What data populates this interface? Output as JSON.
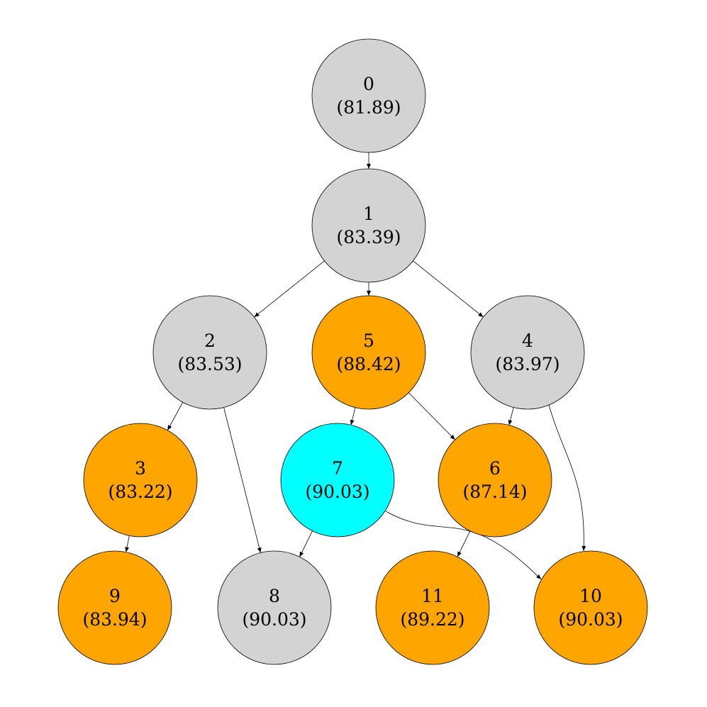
{
  "colors": {
    "gray": "#d3d3d3",
    "orange": "#ffa500",
    "cyan": "#00ffff",
    "stroke": "#000000",
    "background": "#ffffff"
  },
  "nodes": [
    {
      "id": "0",
      "score": "(81.89)",
      "color": "gray"
    },
    {
      "id": "1",
      "score": "(83.39)",
      "color": "gray"
    },
    {
      "id": "2",
      "score": "(83.53)",
      "color": "gray"
    },
    {
      "id": "5",
      "score": "(88.42)",
      "color": "orange"
    },
    {
      "id": "4",
      "score": "(83.97)",
      "color": "gray"
    },
    {
      "id": "3",
      "score": "(83.22)",
      "color": "orange"
    },
    {
      "id": "7",
      "score": "(90.03)",
      "color": "cyan"
    },
    {
      "id": "6",
      "score": "(87.14)",
      "color": "orange"
    },
    {
      "id": "9",
      "score": "(83.94)",
      "color": "orange"
    },
    {
      "id": "8",
      "score": "(90.03)",
      "color": "gray"
    },
    {
      "id": "11",
      "score": "(89.22)",
      "color": "orange"
    },
    {
      "id": "10",
      "score": "(90.03)",
      "color": "orange"
    }
  ],
  "edges": [
    {
      "from": "0",
      "to": "1"
    },
    {
      "from": "1",
      "to": "2"
    },
    {
      "from": "1",
      "to": "5"
    },
    {
      "from": "1",
      "to": "4"
    },
    {
      "from": "2",
      "to": "3"
    },
    {
      "from": "2",
      "to": "8"
    },
    {
      "from": "5",
      "to": "7"
    },
    {
      "from": "5",
      "to": "6"
    },
    {
      "from": "4",
      "to": "6"
    },
    {
      "from": "4",
      "to": "10"
    },
    {
      "from": "3",
      "to": "9"
    },
    {
      "from": "7",
      "to": "8"
    },
    {
      "from": "7",
      "to": "10"
    },
    {
      "from": "6",
      "to": "11"
    }
  ]
}
